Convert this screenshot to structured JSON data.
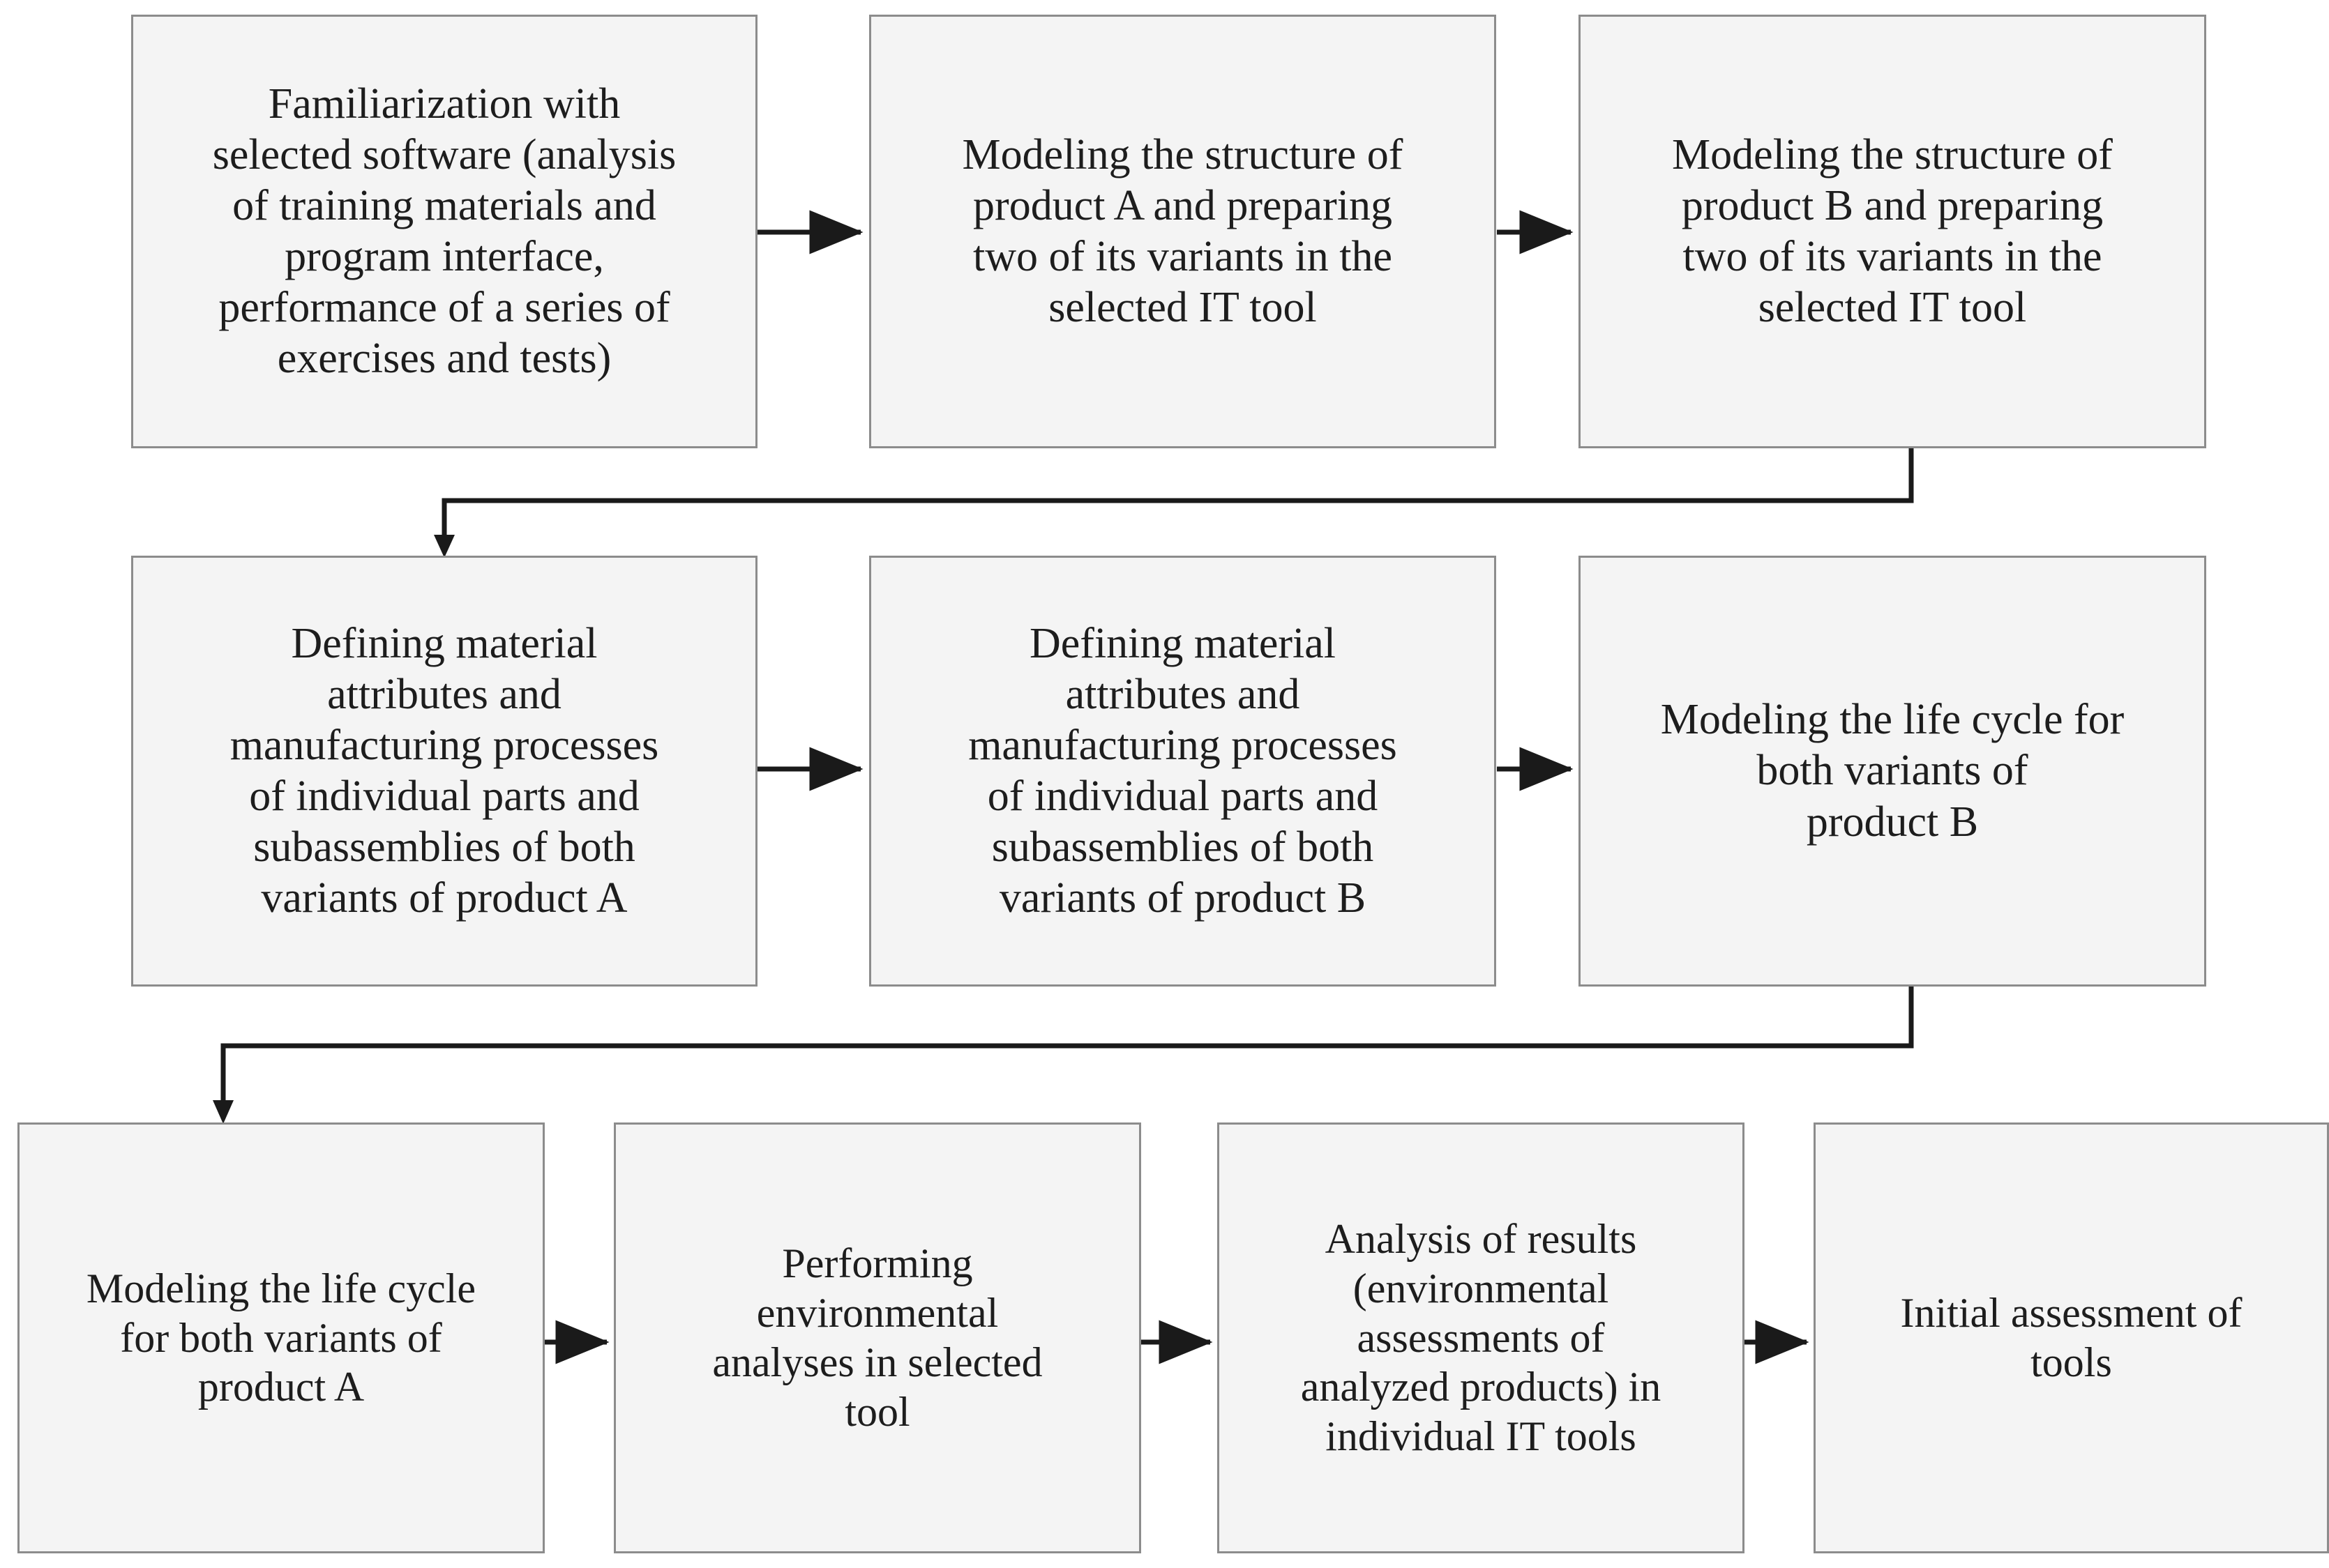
{
  "diagram": {
    "type": "flowchart",
    "orientation": "left-to-right, serpentine wrap",
    "node_fill": "#f4f4f4",
    "node_border": "#8c8c8c",
    "edge_color": "#1a1a1a",
    "background": "#ffffff",
    "nodes": [
      {
        "id": "n1",
        "label": "Familiarization with\nselected software (analysis\nof training materials and\nprogram interface,\nperformance of a series of\nexercises and tests)"
      },
      {
        "id": "n2",
        "label": "Modeling the structure of\nproduct A and preparing\ntwo of its variants in the\nselected IT tool"
      },
      {
        "id": "n3",
        "label": "Modeling the structure of\nproduct B and preparing\ntwo of its variants in the\nselected IT tool"
      },
      {
        "id": "n4",
        "label": "Defining material\nattributes and\nmanufacturing processes\nof individual parts and\nsubassemblies of both\nvariants of product A"
      },
      {
        "id": "n5",
        "label": "Defining material\nattributes and\nmanufacturing processes\nof individual parts and\nsubassemblies of both\nvariants of product B"
      },
      {
        "id": "n6",
        "label": "Modeling the life cycle for\nboth variants of\nproduct B"
      },
      {
        "id": "n7",
        "label": "Modeling the life cycle\nfor both variants of\nproduct A"
      },
      {
        "id": "n8",
        "label": "Performing\nenvironmental\nanalyses in selected\ntool"
      },
      {
        "id": "n9",
        "label": "Analysis of results\n(environmental\nassessments of\nanalyzed products) in\nindividual IT tools"
      },
      {
        "id": "n10",
        "label": "Initial assessment of\ntools"
      }
    ],
    "edges": [
      {
        "from": "n1",
        "to": "n2",
        "style": "straight-right"
      },
      {
        "from": "n2",
        "to": "n3",
        "style": "straight-right"
      },
      {
        "from": "n3",
        "to": "n4",
        "style": "elbow-wrap-down-left"
      },
      {
        "from": "n4",
        "to": "n5",
        "style": "straight-right"
      },
      {
        "from": "n5",
        "to": "n6",
        "style": "straight-right"
      },
      {
        "from": "n6",
        "to": "n7",
        "style": "elbow-wrap-down-left"
      },
      {
        "from": "n7",
        "to": "n8",
        "style": "straight-right"
      },
      {
        "from": "n8",
        "to": "n9",
        "style": "straight-right"
      },
      {
        "from": "n9",
        "to": "n10",
        "style": "straight-right"
      }
    ]
  }
}
